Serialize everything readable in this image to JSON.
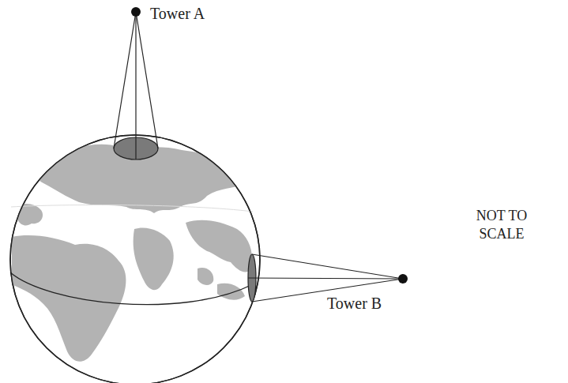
{
  "diagram": {
    "labels": [
      "Tower A",
      "Tower B",
      "NOT TO SCALE"
    ]
  }
}
